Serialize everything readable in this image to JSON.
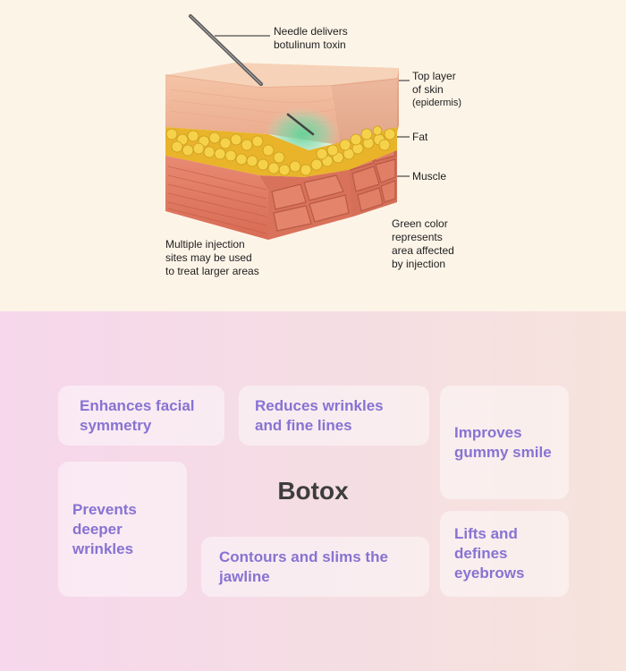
{
  "diagram": {
    "labels": {
      "needle": "Needle delivers\nbotulinum toxin",
      "top_layer": "Top layer\nof skin",
      "epidermis": "(epidermis)",
      "fat": "Fat",
      "muscle": "Muscle",
      "green": "Green color\nrepresents\narea affected\nby injection",
      "multiple": "Multiple injection\nsites may be used\nto treat larger areas"
    },
    "colors": {
      "background": "#fdf4e8",
      "skin": "#f2bb9b",
      "fat": "#f1c93a",
      "muscle": "#de7a63",
      "toxin": "#6fd6a0"
    }
  },
  "benefits": {
    "center_title": "Botox",
    "cards": [
      "Enhances facial symmetry",
      "Reduces wrinkles and fine lines",
      "Improves gummy smile",
      "Prevents deeper wrinkles",
      "Contours and slims the jawline",
      "Lifts and defines eyebrows"
    ],
    "colors": {
      "card_text": "#8773d2",
      "title": "#3d3d3d"
    }
  }
}
